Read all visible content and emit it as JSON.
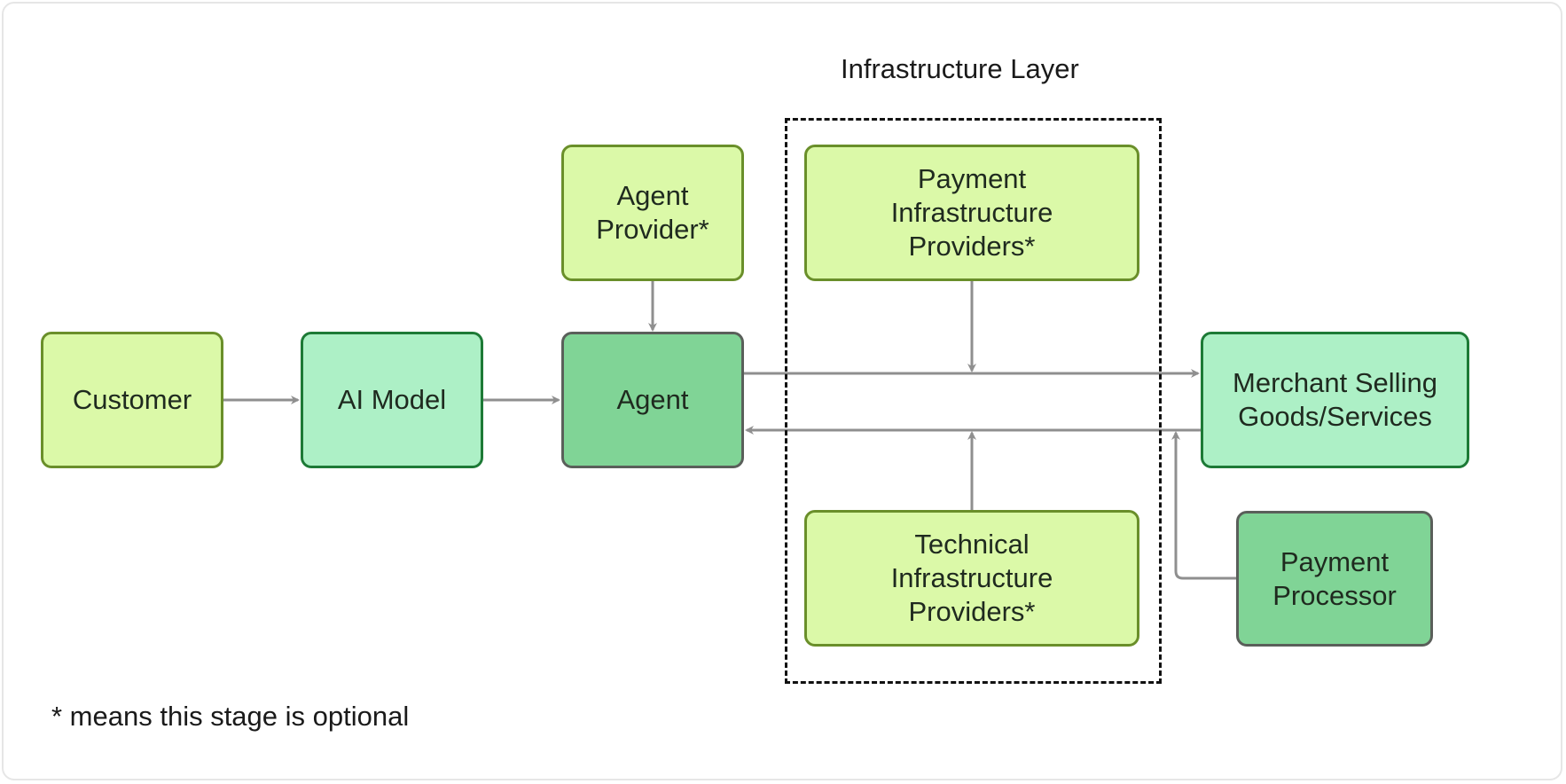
{
  "diagram": {
    "group": {
      "title": "Infrastructure Layer"
    },
    "nodes": {
      "customer": "Customer",
      "ai_model": "AI Model",
      "agent": "Agent",
      "agent_provider": "Agent\nProvider*",
      "payment_infra": "Payment\nInfrastructure\nProviders*",
      "technical_infra": "Technical\nInfrastructure\nProviders*",
      "merchant": "Merchant Selling\nGoods/Services",
      "payment_processor": "Payment\nProcessor"
    },
    "edges": [
      {
        "from": "customer",
        "to": "ai_model"
      },
      {
        "from": "ai_model",
        "to": "agent"
      },
      {
        "from": "agent_provider",
        "to": "agent"
      },
      {
        "from": "agent",
        "to": "merchant"
      },
      {
        "from": "payment_infra",
        "to": "agent-merchant-link"
      },
      {
        "from": "merchant",
        "to": "agent"
      },
      {
        "from": "technical_infra",
        "to": "merchant-agent-link"
      },
      {
        "from": "payment_processor",
        "to": "merchant-agent-link"
      }
    ],
    "colors": {
      "lime_fill": "#dbf9a8",
      "mint_fill": "#adf0c6",
      "green_fill": "#80d496",
      "connector": "#8f8f8f"
    },
    "footnote": "* means this stage is optional"
  }
}
